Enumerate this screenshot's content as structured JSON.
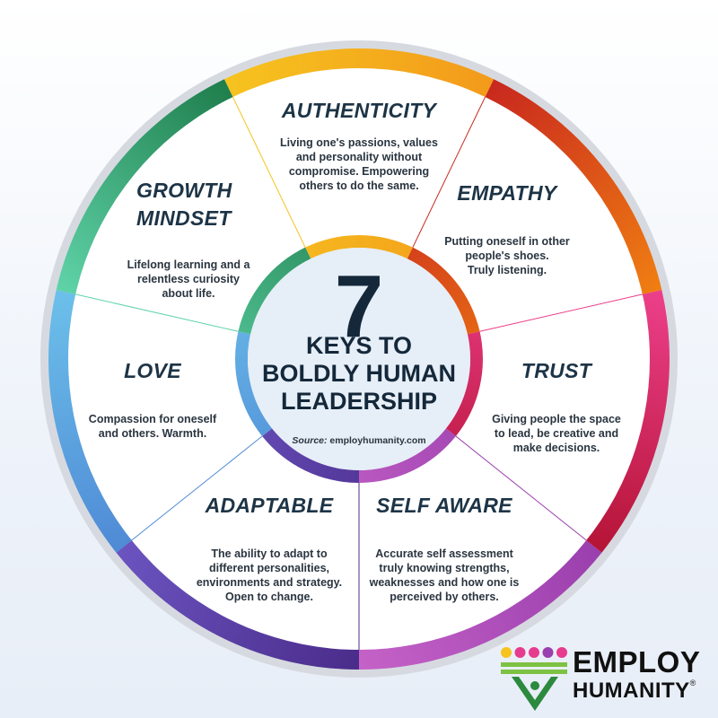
{
  "center": {
    "number": "7",
    "lines": [
      "KEYS TO",
      "BOLDLY HUMAN",
      "LEADERSHIP"
    ],
    "source_label": "Source:",
    "source_value": "employhumanity.com"
  },
  "segments": [
    {
      "key": "authenticity",
      "title": [
        "AUTHENTICITY"
      ],
      "desc": [
        "Living one's passions, values",
        "and personality without",
        "compromise. Empowering",
        "others to do the same."
      ],
      "color_a": "#f6c31f",
      "color_b": "#f39a1b"
    },
    {
      "key": "empathy",
      "title": [
        "EMPATHY"
      ],
      "desc": [
        "Putting oneself in other",
        "people's shoes.",
        "Truly listening."
      ],
      "color_a": "#c8281e",
      "color_b": "#f07e12"
    },
    {
      "key": "trust",
      "title": [
        "TRUST"
      ],
      "desc": [
        "Giving people the space",
        "to lead, be creative and",
        "make decisions."
      ],
      "color_a": "#ec3f8a",
      "color_b": "#b51436"
    },
    {
      "key": "self-aware",
      "title": [
        "SELF AWARE"
      ],
      "desc": [
        "Accurate self assessment",
        "truly knowing strengths,",
        "weaknesses and how one is",
        "perceived by others."
      ],
      "color_a": "#9a3fae",
      "color_b": "#c562c7"
    },
    {
      "key": "adaptable",
      "title": [
        "ADAPTABLE"
      ],
      "desc": [
        "The ability to adapt to",
        "different personalities,",
        "environments and strategy.",
        "Open to change."
      ],
      "color_a": "#4a2c8a",
      "color_b": "#6b54c0"
    },
    {
      "key": "love",
      "title": [
        "LOVE"
      ],
      "desc": [
        "Compassion for oneself",
        "and others. Warmth."
      ],
      "color_a": "#4f8ad6",
      "color_b": "#6cc0ea"
    },
    {
      "key": "growth-mindset",
      "title": [
        "GROWTH",
        "MINDSET"
      ],
      "desc": [
        "Lifelong learning and a",
        "relentless curiosity",
        "about life."
      ],
      "color_a": "#5fd3a8",
      "color_b": "#1f7e4c"
    }
  ],
  "logo": {
    "line1": "EMPLOY",
    "line2": "HUMANITY",
    "mark": "®",
    "dot_colors": [
      "#f6c31f",
      "#e63b8e",
      "#e63b8e",
      "#9a3fae",
      "#e63b8e"
    ],
    "bar_colors": [
      "#7dc242",
      "#7dc242"
    ]
  }
}
